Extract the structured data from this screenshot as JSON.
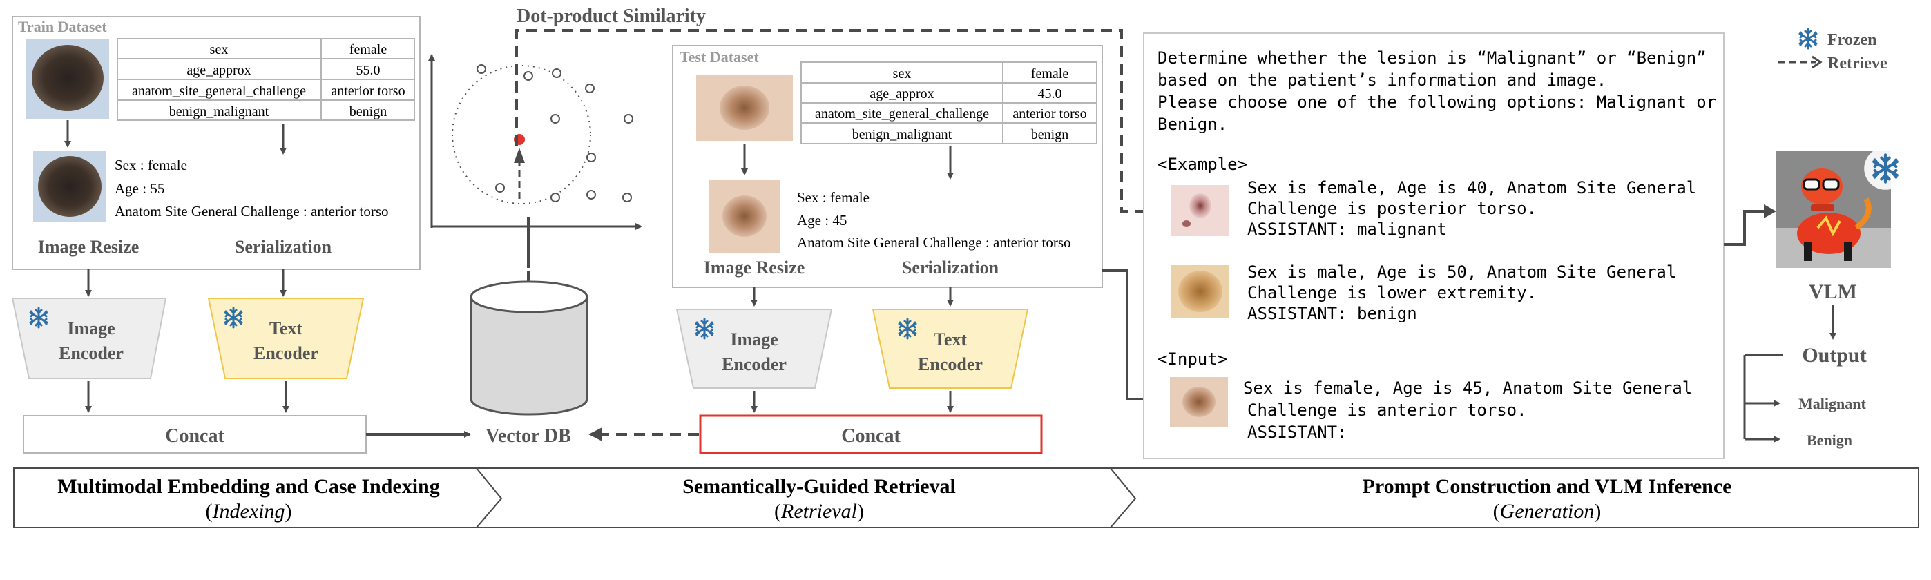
{
  "indexing": {
    "train_label": "Train Dataset",
    "table": [
      [
        "sex",
        "female"
      ],
      [
        "age_approx",
        "55.0"
      ],
      [
        "anatom_site_general_challenge",
        "anterior torso"
      ],
      [
        "benign_malignant",
        "benign"
      ]
    ],
    "serial": [
      "Sex : female",
      "Age : 55",
      "Anatom Site General Challenge : anterior torso"
    ],
    "image_resize": "Image Resize",
    "serialization": "Serialization",
    "image_encoder": [
      "Image",
      "Encoder"
    ],
    "text_encoder": [
      "Text",
      "Encoder"
    ],
    "concat": "Concat"
  },
  "similarity_title": "Dot-product Similarity",
  "vector_db": "Vector DB",
  "retrieval": {
    "test_label": "Test Dataset",
    "table": [
      [
        "sex",
        "female"
      ],
      [
        "age_approx",
        "45.0"
      ],
      [
        "anatom_site_general_challenge",
        "anterior torso"
      ],
      [
        "benign_malignant",
        "benign"
      ]
    ],
    "serial": [
      "Sex : female",
      "Age : 45",
      "Anatom Site General Challenge : anterior torso"
    ],
    "image_resize": "Image Resize",
    "serialization": "Serialization",
    "image_encoder": [
      "Image",
      "Encoder"
    ],
    "text_encoder": [
      "Text",
      "Encoder"
    ],
    "concat": "Concat"
  },
  "prompt": {
    "instruction": [
      "Determine whether the lesion is “Malignant” or “Benign”",
      "based on the patient’s information and image.",
      "Please choose one of the following options: Malignant or",
      "Benign."
    ],
    "example_tag": "<Example>",
    "example1": [
      "Sex is female, Age is 40, Anatom Site General",
      "Challenge is posterior torso.",
      "ASSISTANT: malignant"
    ],
    "example2": [
      "Sex is male, Age is 50, Anatom Site General",
      "Challenge is lower extremity.",
      "ASSISTANT: benign"
    ],
    "input_tag": "<Input>",
    "input": [
      "Sex is female, Age is 45, Anatom Site General",
      "Challenge is anterior torso.",
      "ASSISTANT:"
    ]
  },
  "legend": {
    "frozen": "Frozen",
    "retrieve": "Retrieve"
  },
  "vlm": "VLM",
  "output": {
    "label": "Output",
    "options": [
      "Malignant",
      "Benign"
    ]
  },
  "stages": [
    {
      "title": "Multimodal Embedding and Case Indexing",
      "sub": "Indexing"
    },
    {
      "title": "Semantically-Guided Retrieval",
      "sub": "Retrieval"
    },
    {
      "title": "Prompt Construction and VLM Inference",
      "sub": "Generation"
    }
  ],
  "colors": {
    "gray_box": "#eeeeee",
    "yellow_box": "#fdf2c7",
    "yellow_border": "#f0c54a",
    "concat_red": "#e0342d",
    "snowflake_blue": "#2e6fa8",
    "arrow": "#4a4a4a"
  }
}
